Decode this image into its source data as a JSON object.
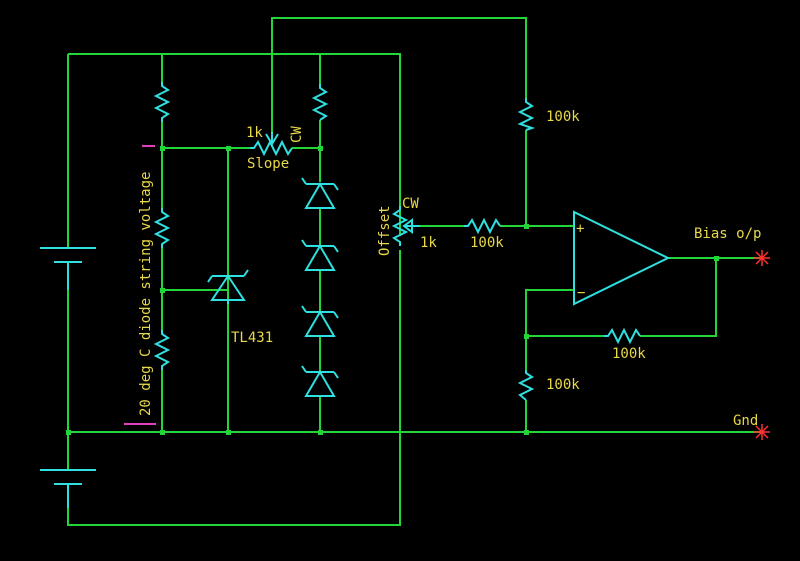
{
  "labels": {
    "r_top": "100k",
    "r_input": "100k",
    "r_feedback": "100k",
    "r_ground": "100k",
    "slope_value": "1k",
    "slope_name": "Slope",
    "slope_cw": "CW",
    "offset_value": "1k",
    "offset_name": "Offset",
    "offset_cw": "CW",
    "tl431": "TL431",
    "string_voltage": "20 deg C diode string voltage",
    "bias_output": "Bias o/p",
    "ground": "Gnd",
    "opamp_plus": "+",
    "opamp_minus": "−"
  },
  "colors": {
    "background": "#000000",
    "wire": "#22d63a",
    "component": "#2ee0e0",
    "text": "#e8d84a",
    "marker": "#e040c0",
    "terminal": "#ff3030"
  }
}
